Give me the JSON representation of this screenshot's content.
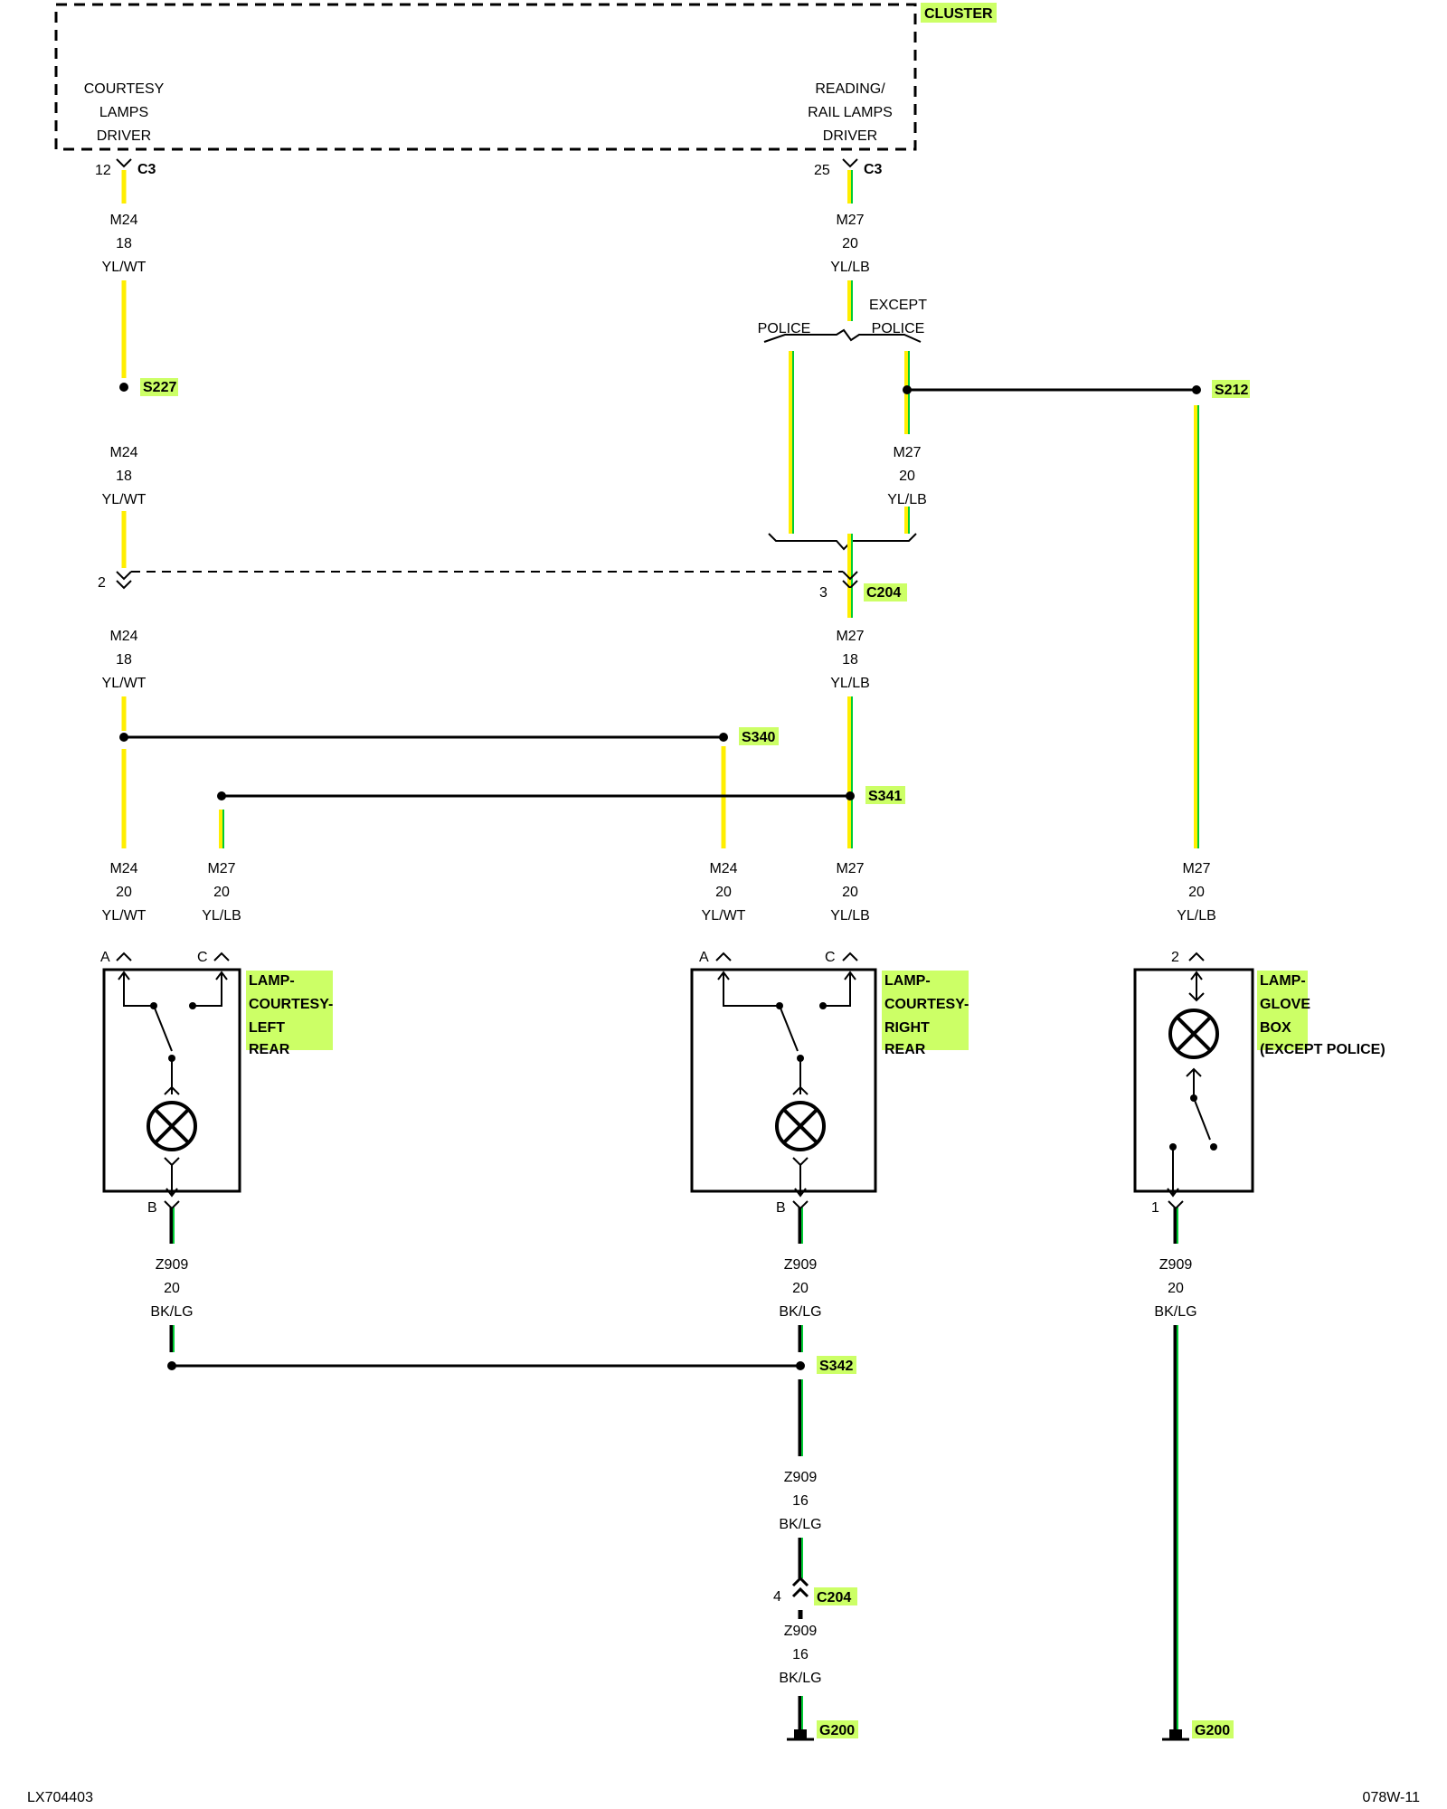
{
  "colors": {
    "yellow": "#ffee00",
    "green": "#00cc33",
    "black": "#000000",
    "highlight": "#ccff66"
  },
  "cluster": {
    "title": "CLUSTER",
    "courtesy_driver": [
      "COURTESY",
      "LAMPS",
      "DRIVER"
    ],
    "reading_driver": [
      "READING/",
      "RAIL LAMPS",
      "DRIVER"
    ]
  },
  "pins": {
    "c3_left_pin": "12",
    "c3_left": "C3",
    "c3_right_pin": "25",
    "c3_right": "C3",
    "c204_left_pin": "2",
    "c204_right_pin": "3",
    "c204": "C204",
    "c204_lower_pin": "4",
    "c204_lower": "C204"
  },
  "splices": {
    "s227": "S227",
    "s212": "S212",
    "s340": "S340",
    "s341": "S341",
    "s342": "S342"
  },
  "options": {
    "police": "POLICE",
    "except_police": [
      "EXCEPT",
      "POLICE"
    ]
  },
  "wires": {
    "w1": [
      "M24",
      "18",
      "YL/WT"
    ],
    "w2": [
      "M27",
      "20",
      "YL/LB"
    ],
    "w3": [
      "M24",
      "18",
      "YL/WT"
    ],
    "w4": [
      "M27",
      "20",
      "YL/LB"
    ],
    "w5": [
      "M24",
      "18",
      "YL/WT"
    ],
    "w6": [
      "M27",
      "18",
      "YL/LB"
    ],
    "w7": [
      "M24",
      "20",
      "YL/WT"
    ],
    "w8": [
      "M27",
      "20",
      "YL/LB"
    ],
    "w9": [
      "M24",
      "20",
      "YL/WT"
    ],
    "w10": [
      "M27",
      "20",
      "YL/LB"
    ],
    "w11": [
      "M27",
      "20",
      "YL/LB"
    ],
    "w12": [
      "Z909",
      "20",
      "BK/LG"
    ],
    "w13": [
      "Z909",
      "20",
      "BK/LG"
    ],
    "w14": [
      "Z909",
      "20",
      "BK/LG"
    ],
    "w15": [
      "Z909",
      "16",
      "BK/LG"
    ],
    "w16": [
      "Z909",
      "16",
      "BK/LG"
    ]
  },
  "components": {
    "left_rear": {
      "name": [
        "LAMP-",
        "COURTESY-",
        "LEFT",
        "REAR"
      ],
      "pin_a": "A",
      "pin_c": "C",
      "pin_b": "B"
    },
    "right_rear": {
      "name": [
        "LAMP-",
        "COURTESY-",
        "RIGHT",
        "REAR"
      ],
      "pin_a": "A",
      "pin_c": "C",
      "pin_b": "B"
    },
    "glove_box": {
      "name": [
        "LAMP-",
        "GLOVE",
        "BOX",
        "(EXCEPT POLICE)"
      ],
      "pin_top": "2",
      "pin_bottom": "1"
    }
  },
  "grounds": {
    "g200_a": "G200",
    "g200_b": "G200"
  },
  "footer": {
    "left": "LX704403",
    "right": "078W-11"
  }
}
